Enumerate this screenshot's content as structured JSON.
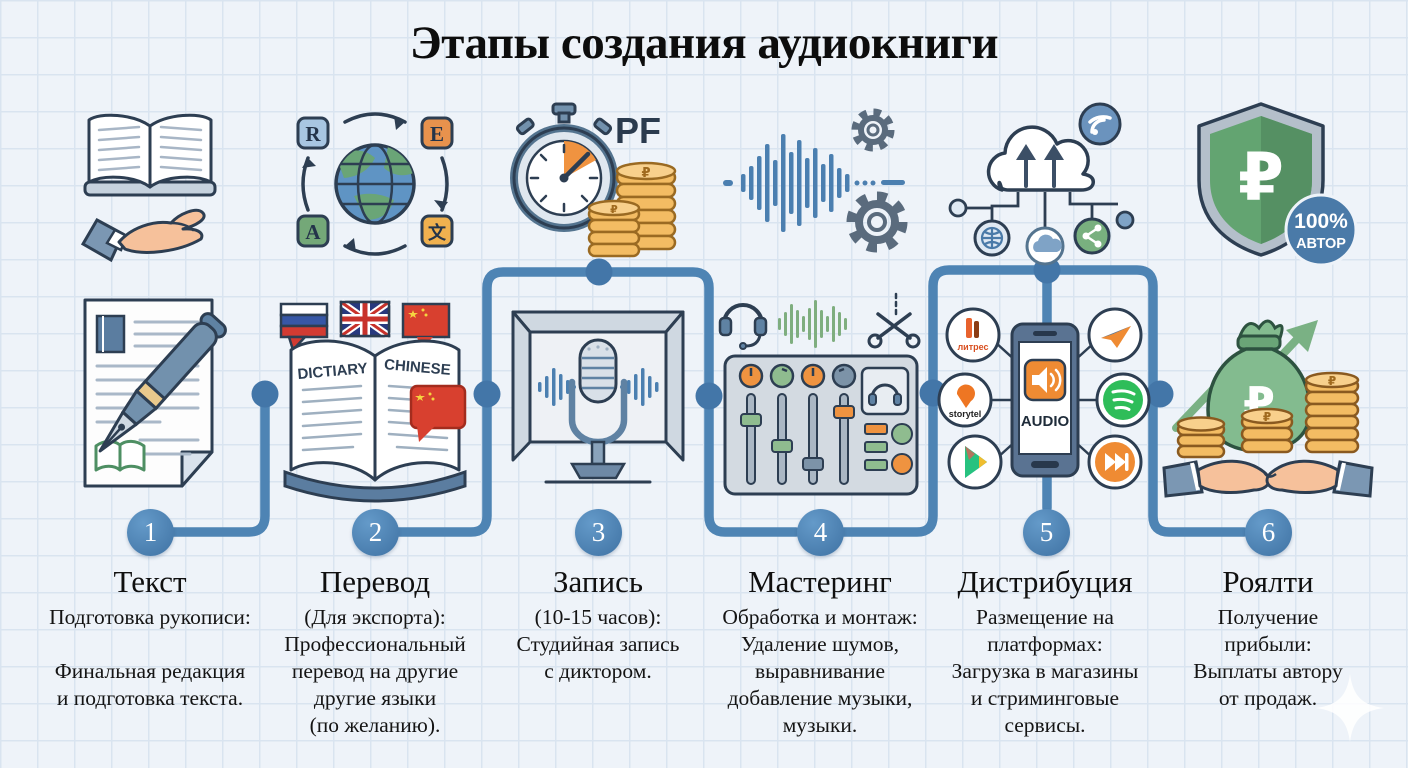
{
  "title": "Этапы создания аудиокниги",
  "stages": [
    {
      "number": "1",
      "name": "Текст",
      "desc_lines": [
        "Подготовка рукописи:",
        "",
        "Финальная редакция",
        "и подготовка текста."
      ]
    },
    {
      "number": "2",
      "name": "Перевод",
      "desc_lines": [
        "(Для экспорта):",
        "Профессиональный",
        "перевод на другие",
        "другие языки",
        "(по желанию)."
      ]
    },
    {
      "number": "3",
      "name": "Запись",
      "desc_lines": [
        "(10-15 часов):",
        "Студийная запись",
        "с диктором."
      ]
    },
    {
      "number": "4",
      "name": "Мастеринг",
      "desc_lines": [
        "Обработка и монтаж:",
        "Удаление шумов,",
        "выравнивание",
        "добавление музыки,",
        "музыки."
      ]
    },
    {
      "number": "5",
      "name": "Дистрибуция",
      "desc_lines": [
        "Размещение на",
        "платформах:",
        "Загрузка в магазины",
        "и стриминговые",
        "сервисы."
      ]
    },
    {
      "number": "6",
      "name": "Роялти",
      "desc_lines": [
        "Получение",
        "прибыли:",
        "Выплаты автору",
        "от продаж."
      ]
    }
  ],
  "icon_labels": {
    "lang_tiles": [
      "R",
      "E",
      "A",
      "文"
    ],
    "stopwatch_label": "PF",
    "ruble": "₽",
    "shield_badge": [
      "100%",
      "АВТОР"
    ],
    "book_pages": [
      "DICTIARY",
      "CHINESE"
    ],
    "phone_app": "AUDIO",
    "apps": {
      "litres": "литрес",
      "storytel": "storytel"
    }
  },
  "icons": [
    "book-on-hand-icon",
    "globe-translate-icon",
    "stopwatch-coins-icon",
    "waveform-gears-icon",
    "cloud-upload-network-icon",
    "shield-ruble-icon",
    "manuscript-pen-icon",
    "dictionary-flags-icon",
    "studio-microphone-icon",
    "mixing-console-icon",
    "phone-apps-icon",
    "money-royalty-icon",
    "sparkle-icon"
  ],
  "colors": {
    "accent_blue": "#4a7fb0",
    "line_blue": "#4e84b4",
    "outline": "#2d3e52",
    "orange": "#ef8b33",
    "green": "#6fae7c",
    "gold": "#f3bc63",
    "background": "#eef3f9",
    "grid": "#d9e4f0",
    "text": "#141414"
  }
}
